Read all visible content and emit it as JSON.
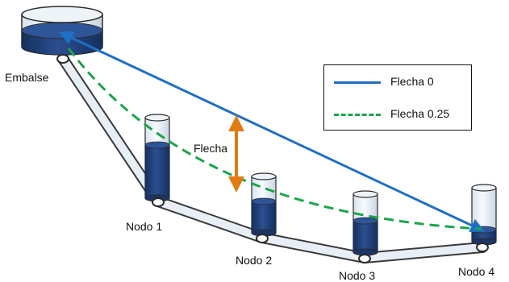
{
  "labels": {
    "reservoir": "Embalse",
    "node1": "Nodo 1",
    "node2": "Nodo 2",
    "node3": "Nodo 3",
    "node4": "Nodo 4",
    "sag": "Flecha"
  },
  "legend": {
    "items": [
      {
        "label": "Flecha 0",
        "color": "#1f6fc5",
        "style": "solid"
      },
      {
        "label": "Flecha 0.25",
        "color": "#1aa64a",
        "style": "dashed"
      }
    ]
  },
  "colors": {
    "water": "#1f3f7a",
    "pipe": "#e8eef5",
    "arrow": "#e07b12"
  }
}
